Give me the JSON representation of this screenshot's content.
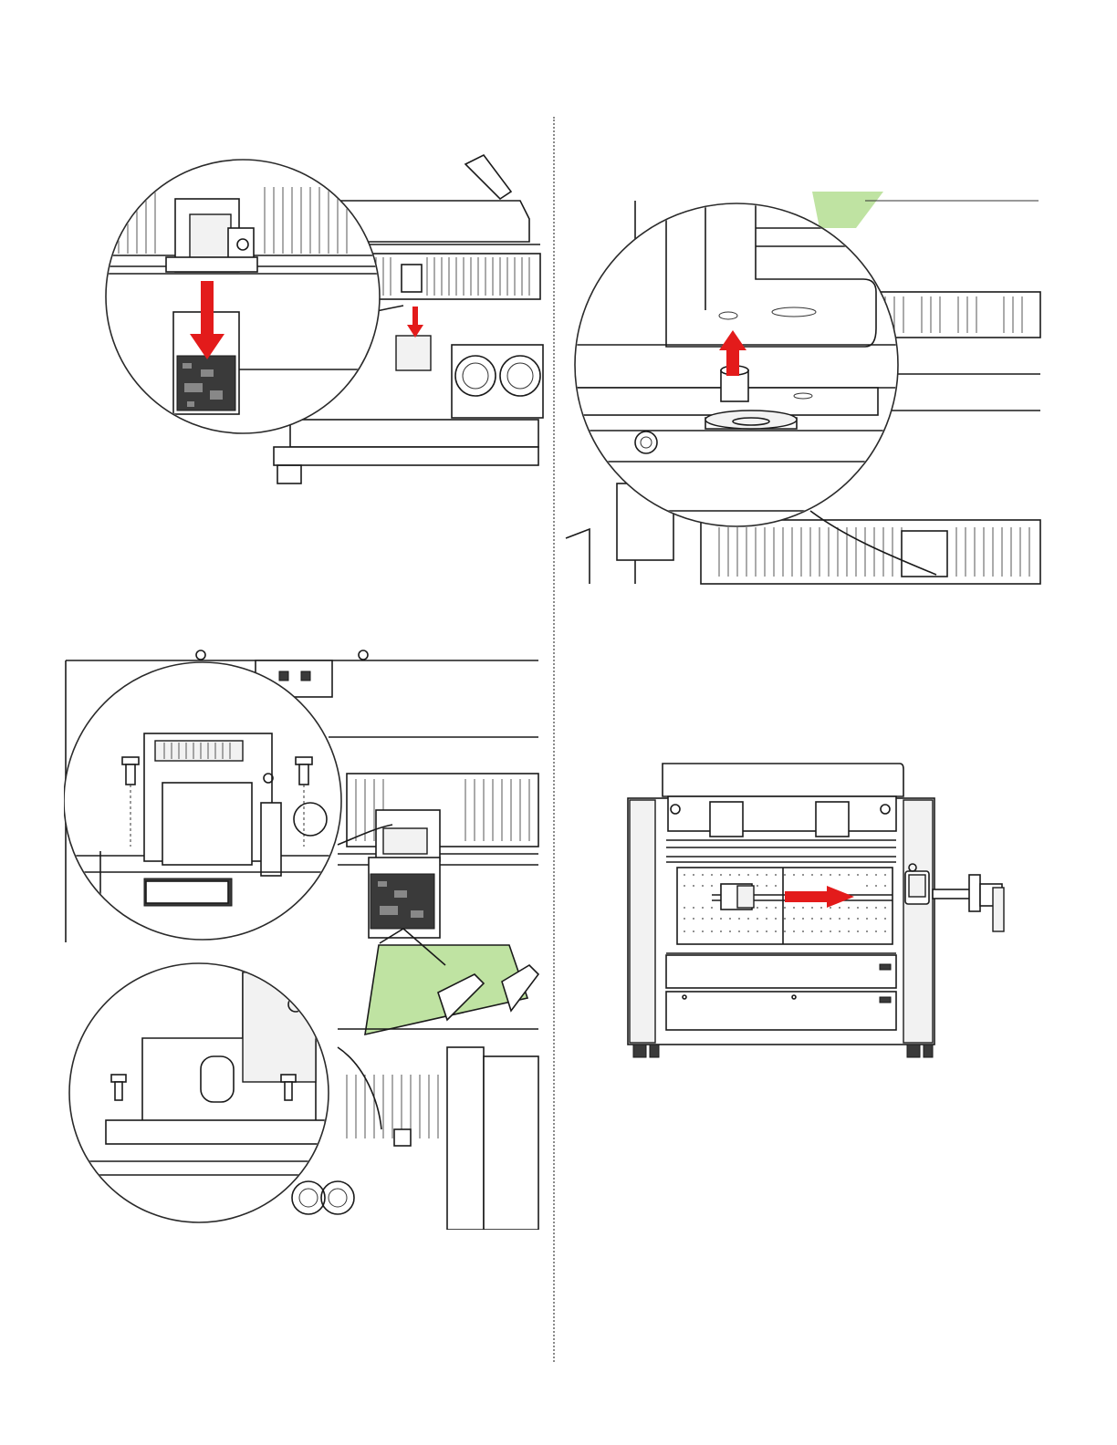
{
  "colors": {
    "arrow": "#e31b1b",
    "window_tint": "#bfe3a2",
    "line": "#1a1a1a",
    "divider": "#8a8a8a"
  },
  "figures": [
    {
      "id": "fig-a",
      "icon": "down-arrow-icon",
      "subject": "carriage-board-lowered"
    },
    {
      "id": "fig-b",
      "icon": "up-arrow-icon",
      "subject": "pin-aligned-with-hole"
    },
    {
      "id": "fig-c",
      "icon": "none",
      "subject": "carriage-mounting-screws"
    },
    {
      "id": "fig-d",
      "icon": "right-arrow-icon",
      "subject": "carriage-moved-right"
    }
  ]
}
